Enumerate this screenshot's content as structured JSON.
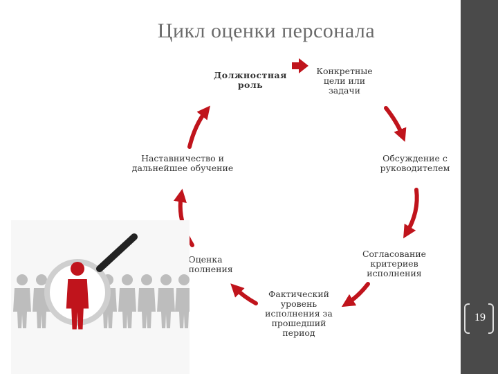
{
  "title": "Цикл оценки персонала",
  "nodes": {
    "role": [
      "Должностная",
      "роль"
    ],
    "goals": [
      "Конкретные",
      "цели или",
      "задачи"
    ],
    "discussion": [
      "Обсуждение с",
      "руководителем"
    ],
    "criteria": [
      "Согласование",
      "критериев",
      "исполнения"
    ],
    "actual": [
      "Фактический",
      "уровень",
      "исполнения за",
      "прошедший",
      "период"
    ],
    "evaluation": [
      "Оценка",
      "исполнения"
    ],
    "mentoring": [
      "Наставничество и",
      "дальнейшее обучение"
    ]
  },
  "page_number": "19",
  "colors": {
    "arrow": "#c0141c",
    "figure_red": "#c0141c",
    "figure_gray": "#bdbdbd",
    "sidebar": "#4a4a4a"
  }
}
